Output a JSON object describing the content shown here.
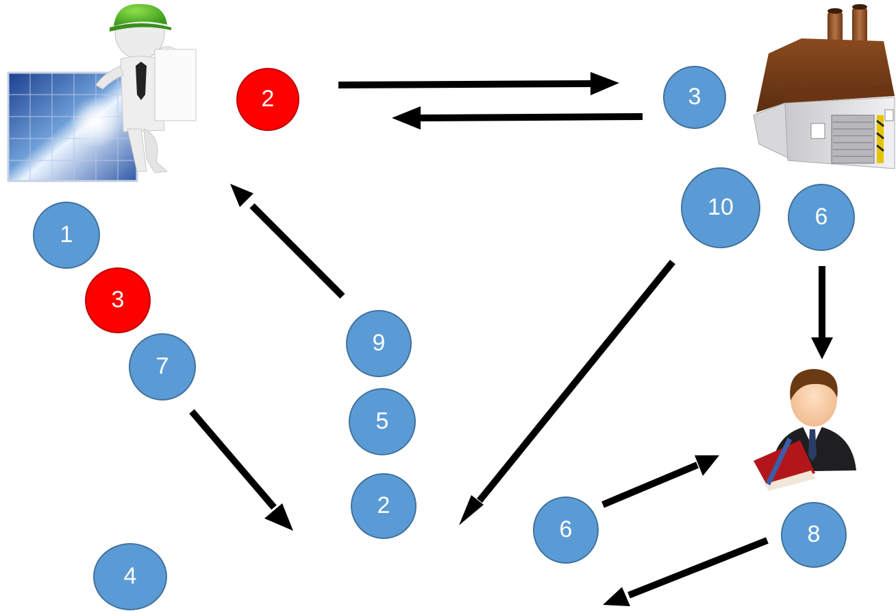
{
  "colors": {
    "blue_badge": "#5b9bd5",
    "red_badge": "#ff0000",
    "arrow": "#000000",
    "badge_text": "#ffffff"
  },
  "icons": {
    "installer": "solar-installer-icon",
    "factory": "factory-icon",
    "manager": "businessman-icon"
  },
  "badges": [
    {
      "id": "b-2-red-top",
      "label": "2",
      "color": "red"
    },
    {
      "id": "b-3-top",
      "label": "3",
      "color": "blue"
    },
    {
      "id": "b-10",
      "label": "10",
      "color": "blue"
    },
    {
      "id": "b-6-top",
      "label": "6",
      "color": "blue"
    },
    {
      "id": "b-1",
      "label": "1",
      "color": "blue"
    },
    {
      "id": "b-3-red",
      "label": "3",
      "color": "red"
    },
    {
      "id": "b-7",
      "label": "7",
      "color": "blue"
    },
    {
      "id": "b-9",
      "label": "9",
      "color": "blue"
    },
    {
      "id": "b-5",
      "label": "5",
      "color": "blue"
    },
    {
      "id": "b-2-mid",
      "label": "2",
      "color": "blue"
    },
    {
      "id": "b-6-bottom",
      "label": "6",
      "color": "blue"
    },
    {
      "id": "b-8",
      "label": "8",
      "color": "blue"
    },
    {
      "id": "b-4",
      "label": "4",
      "color": "blue"
    }
  ]
}
